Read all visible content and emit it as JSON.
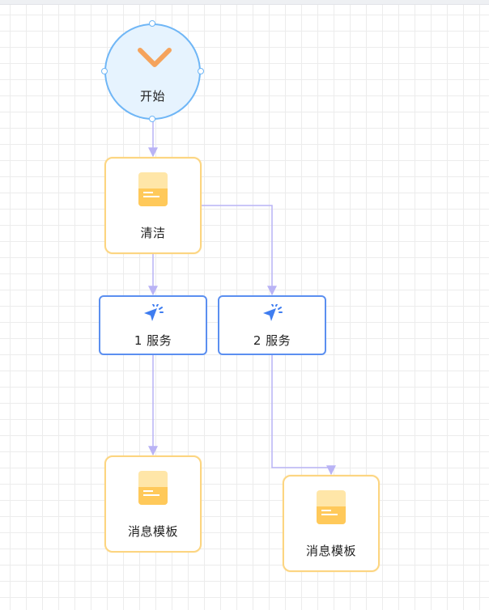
{
  "canvas": {
    "background": "#ffffff",
    "grid_color": "#ececec"
  },
  "colors": {
    "start_border": "#6fb6f6",
    "start_fill": "#e6f3fe",
    "template_border": "#fcd581",
    "service_border": "#5b8ff0",
    "edge": "#b9b3f5",
    "chevron": "#f5a35c"
  },
  "nodes": {
    "start": {
      "label": "开始",
      "icon": "chevron-down-icon"
    },
    "clean": {
      "label": "清洁",
      "icon": "document-icon"
    },
    "service_1": {
      "label": "1 服务",
      "icon": "click-cursor-icon"
    },
    "service_2": {
      "label": "2 服务",
      "icon": "click-cursor-icon"
    },
    "message_1": {
      "label": "消息模板",
      "icon": "document-icon"
    },
    "message_2": {
      "label": "消息模板",
      "icon": "document-icon"
    }
  },
  "edges": [
    {
      "from": "start",
      "to": "clean"
    },
    {
      "from": "clean",
      "to": "service_1"
    },
    {
      "from": "clean",
      "to": "service_2"
    },
    {
      "from": "service_1",
      "to": "message_1"
    },
    {
      "from": "service_2",
      "to": "message_2"
    }
  ]
}
